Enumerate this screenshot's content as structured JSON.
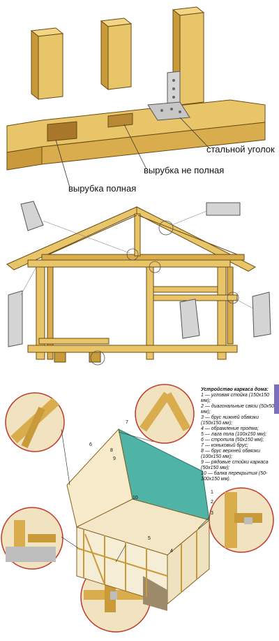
{
  "top_labels": {
    "steel_corner": "стальной уголок",
    "partial_notch": "вырубка не полная",
    "full_notch": "вырубка полная"
  },
  "legend": {
    "title": "Устройство каркаса дома:",
    "items": [
      "1 — угловая стойка (150х150 мм);",
      "2 — диагональные связи (50х50 мм);",
      "3 — брус нижней обвязки (150х150 мм);",
      "4 — обрамление проёма;",
      "5 — лага пола (100х150 мм);",
      "6 — стропила (50х150 мм);",
      "7 — коньковый брус;",
      "8 — брус верхней обвязки (100х150 мм);",
      "9 — рядовые стойки каркаса (50х150 мм);",
      "10 — балка перекрытия (50-100х150 мм)."
    ]
  },
  "numbers": [
    "1",
    "2",
    "3",
    "4",
    "5",
    "6",
    "7",
    "8",
    "9",
    "10"
  ],
  "colors": {
    "wood": "#e9c56a",
    "wood_dark": "#c99a3a",
    "wood_shadow": "#a8772a",
    "metal": "#d4d4d4",
    "roof": "#4fb3a6",
    "callout_ring": "#c0392b"
  }
}
